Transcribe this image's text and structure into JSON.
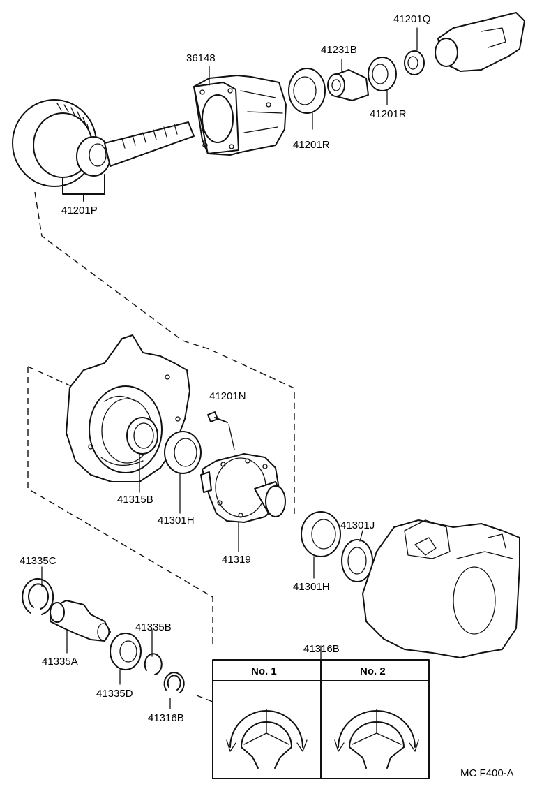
{
  "labels": {
    "p36148": "36148",
    "p41201Q": "41201Q",
    "p41231B": "41231B",
    "p41201R_top": "41201R",
    "p41201R_bottom": "41201R",
    "p41201P": "41201P",
    "p41201N": "41201N",
    "p41315B": "41315B",
    "p41301H_left": "41301H",
    "p41319": "41319",
    "p41301J": "41301J",
    "p41301H_right": "41301H",
    "p41335C": "41335C",
    "p41335A": "41335A",
    "p41335B": "41335B",
    "p41335D": "41335D",
    "p41316B_ring": "41316B",
    "p41316B_box": "41316B"
  },
  "detail_box": {
    "col1": "No. 1",
    "col2": "No. 2"
  },
  "figure_code": "MC  F400-A"
}
